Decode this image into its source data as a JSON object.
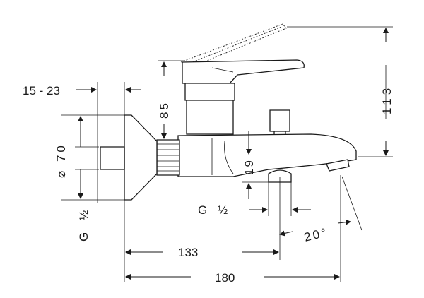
{
  "dimensions": {
    "connection_range": "15 - 23",
    "escutcheon_diameter": "⌀ 70",
    "inlet_thread": "G ½",
    "outlet_thread": "G ½",
    "lever_height": "85",
    "overall_height": "113",
    "outlet_height": "19",
    "spout_angle": "20°",
    "length_to_outlet": "133",
    "overall_length": "180"
  }
}
